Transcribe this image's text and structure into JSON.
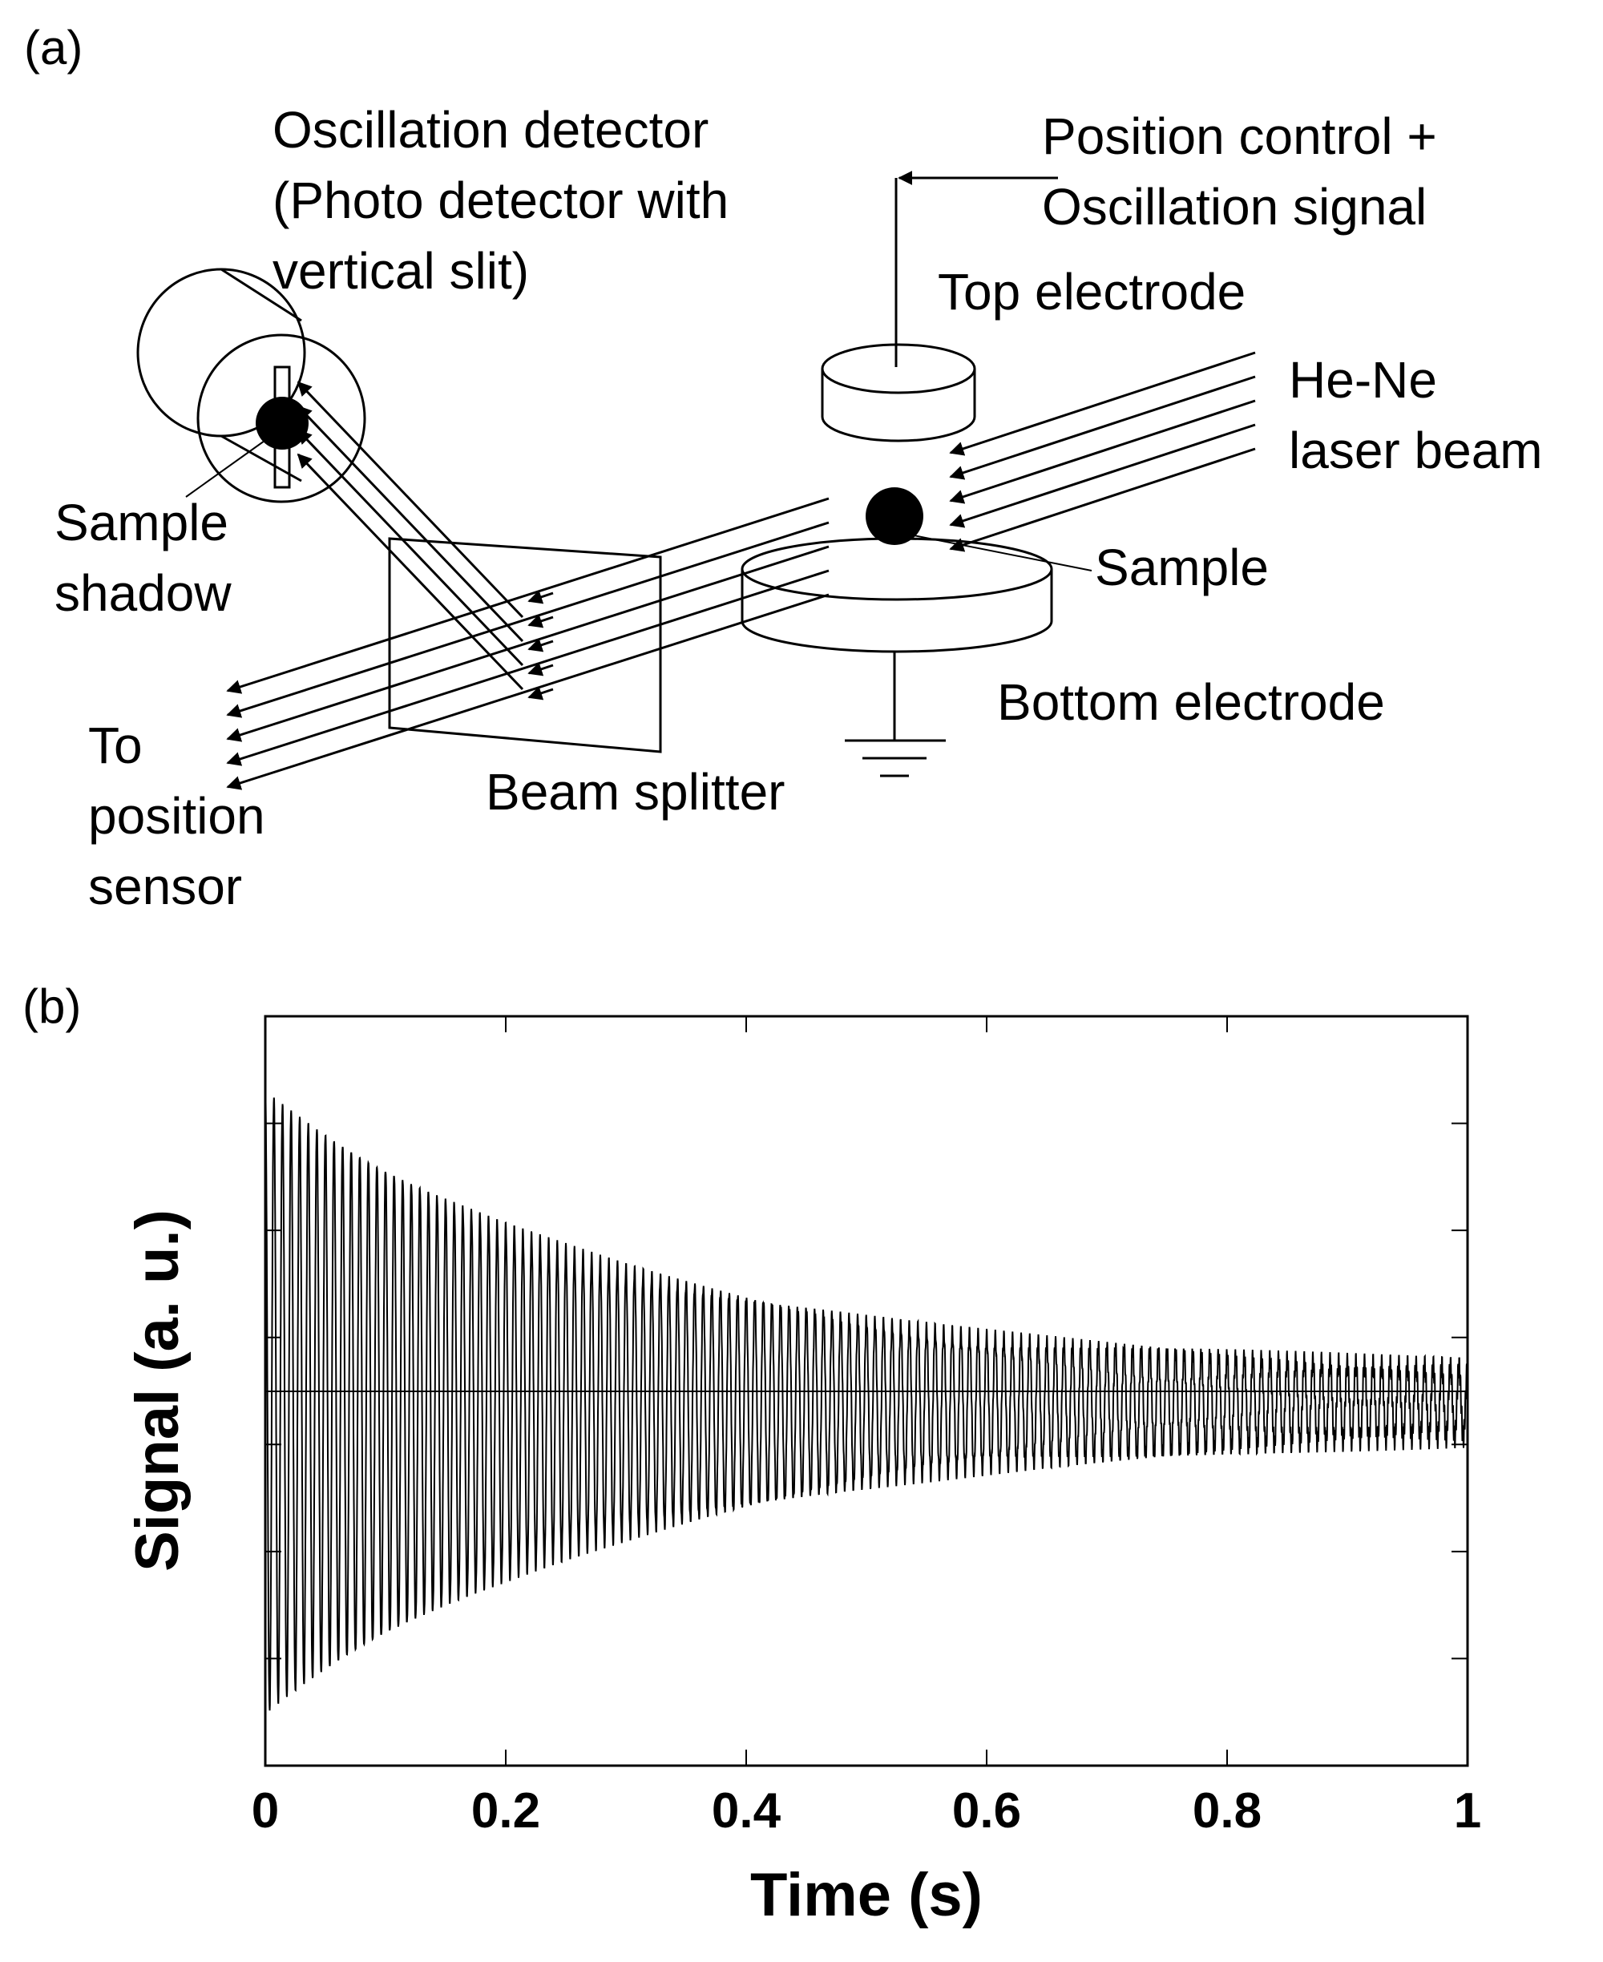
{
  "panel_a": {
    "panel_label": "(a)",
    "labels": {
      "osc_detector_line1": "Oscillation detector",
      "osc_detector_line2": "(Photo detector with",
      "osc_detector_line3": "vertical slit)",
      "position_control_line1": "Position control +",
      "position_control_line2": "Oscillation signal",
      "top_electrode": "Top  electrode",
      "laser_line1": "He-Ne",
      "laser_line2": "laser beam",
      "sample_shadow_line1": "Sample",
      "sample_shadow_line2": "shadow",
      "sample": "Sample",
      "bottom_electrode": "Bottom electrode",
      "beam_splitter": "Beam splitter",
      "position_sensor_line1": "To",
      "position_sensor_line2": "position",
      "position_sensor_line3": "sensor"
    }
  },
  "panel_b": {
    "panel_label": "(b)"
  },
  "chart_data": {
    "type": "line",
    "title": "",
    "xlabel": "Time (s)",
    "ylabel": "Signal (a. u.)",
    "xlim": [
      0,
      1
    ],
    "ylim": [
      -1.0,
      1.0
    ],
    "x_ticks": [
      "0",
      "0.2",
      "0.4",
      "0.6",
      "0.8",
      "1"
    ],
    "y_tick_labels_shown": false,
    "grid": false,
    "series": [
      {
        "kind": "damped oscillation",
        "initial_amplitude": 0.83,
        "start_offset": -0.03,
        "final_amplitude": 0.06,
        "decay_time_s": 0.32,
        "frequency_hz": 140
      }
    ]
  }
}
